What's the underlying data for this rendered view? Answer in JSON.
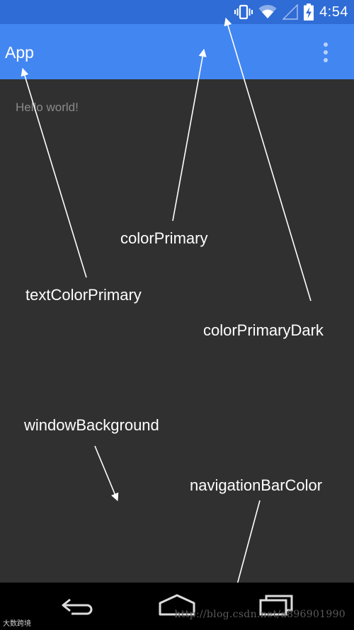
{
  "status_bar": {
    "time": "4:54",
    "icons": [
      "vibrate-icon",
      "wifi-icon",
      "signal-icon",
      "battery-charging-icon"
    ],
    "color": "#2f6cd6"
  },
  "app_bar": {
    "title": "App",
    "menu_icon": "overflow-menu-icon",
    "color": "#4286f2"
  },
  "content": {
    "hello_text": "Hello world!",
    "background": "#303030"
  },
  "annotations": {
    "color_primary": "colorPrimary",
    "text_color_primary": "textColorPrimary",
    "color_primary_dark": "colorPrimaryDark",
    "window_background": "windowBackground",
    "navigation_bar_color": "navigationBarColor"
  },
  "nav_bar": {
    "buttons": [
      "back-icon",
      "home-icon",
      "recents-icon"
    ],
    "color": "#000000"
  },
  "watermark": "http://blog.csdn.net/a896901990",
  "corner_logo": "大数跨境"
}
